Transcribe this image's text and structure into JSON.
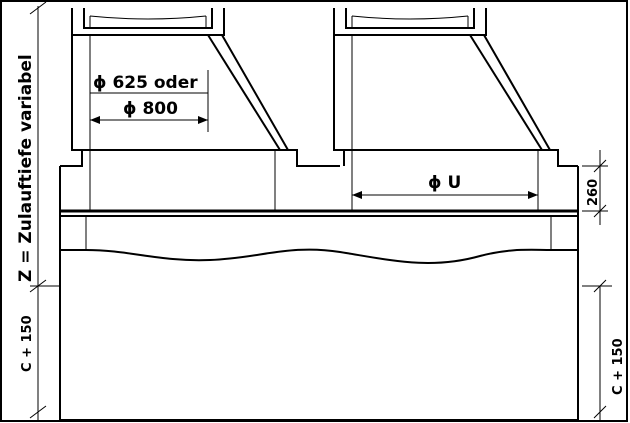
{
  "labels": {
    "z_depth": "Z = Zulauftiefe variabel",
    "diameter_opening_line1": "ϕ 625 oder",
    "diameter_opening_line2": "ϕ 800",
    "diameter_u": "ϕ U",
    "height_260": "260",
    "c150_left": "C + 150",
    "c150_right": "C + 150"
  }
}
